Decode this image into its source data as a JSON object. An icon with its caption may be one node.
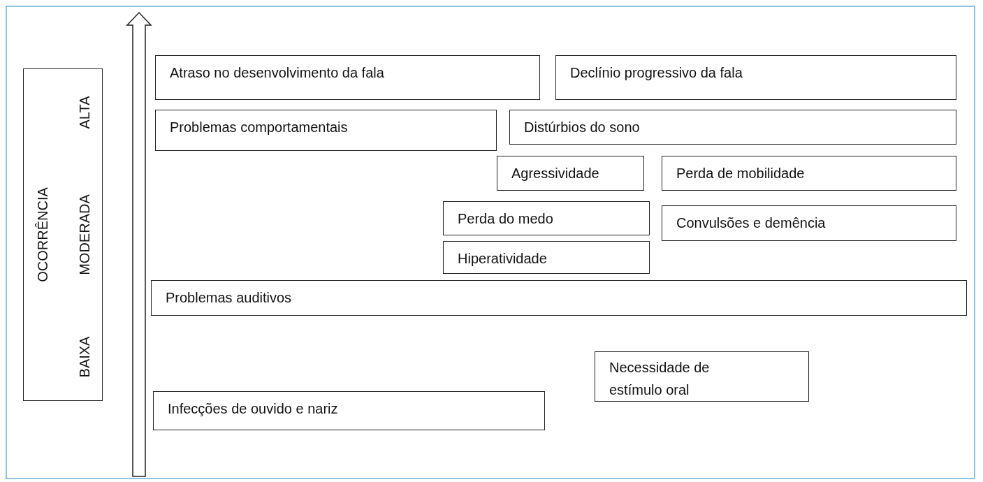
{
  "diagram": {
    "nodes": [
      {
        "text": [
          "OCORRÊNCIA",
          "ALTA",
          "MODERADA",
          "BAIXA"
        ]
      },
      {
        "text": [
          "Atraso no desenvolvimento da fala"
        ]
      },
      {
        "text": [
          "Declínio progressivo da fala"
        ]
      },
      {
        "text": [
          "Problemas comportamentais"
        ]
      },
      {
        "text": [
          "Distúrbios do sono"
        ]
      },
      {
        "text": [
          "Agressividade"
        ]
      },
      {
        "text": [
          "Perda de mobilidade"
        ]
      },
      {
        "text": [
          "Perda do medo"
        ]
      },
      {
        "text": [
          "Convulsões e demência"
        ]
      },
      {
        "text": [
          "Hiperatividade"
        ]
      },
      {
        "text": [
          "Problemas auditivos"
        ]
      },
      {
        "text": [
          "Necessidade de estímulo oral"
        ]
      },
      {
        "text": [
          "Infecções de ouvido e nariz"
        ]
      }
    ],
    "edges": []
  }
}
